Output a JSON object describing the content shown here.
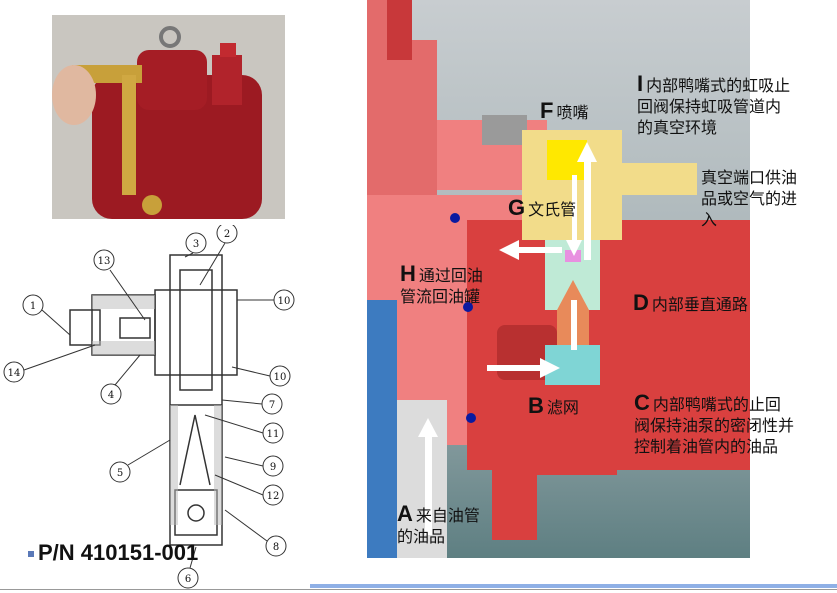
{
  "part_number": "P/N 410151-001",
  "callouts": [
    "1",
    "2",
    "3",
    "13",
    "10",
    "10",
    "14",
    "4",
    "7",
    "11",
    "5",
    "9",
    "12",
    "8",
    "6"
  ],
  "labels": {
    "I": {
      "letter": "I",
      "lines": [
        "内部鸭嘴式的虹吸止",
        "回阀保持虹吸管道内",
        "的真空环境"
      ]
    },
    "F": {
      "letter": "F",
      "text": "喷嘴"
    },
    "vacuum_port": {
      "lines": [
        "真空端口供油",
        "品或空气的进",
        "入"
      ]
    },
    "G": {
      "letter": "G",
      "text": "文氏管"
    },
    "H": {
      "letter": "H",
      "lines": [
        "通过回油",
        "管流回油罐"
      ]
    },
    "D": {
      "letter": "D",
      "text": "内部垂直通路"
    },
    "B": {
      "letter": "B",
      "text": "滤网"
    },
    "C": {
      "letter": "C",
      "lines": [
        "内部鸭嘴式的止回",
        "阀保持油泵的密闭性并",
        "控制着油管内的油品"
      ]
    },
    "A": {
      "letter": "A",
      "lines": [
        "来自油管",
        "的油品"
      ]
    }
  },
  "colors": {
    "pump_red": "#b8232b",
    "cutaway_red": "#d9403f",
    "pink": "#f08080",
    "brass": "#f2dc8a",
    "accent_line": "#8fb0e6"
  }
}
